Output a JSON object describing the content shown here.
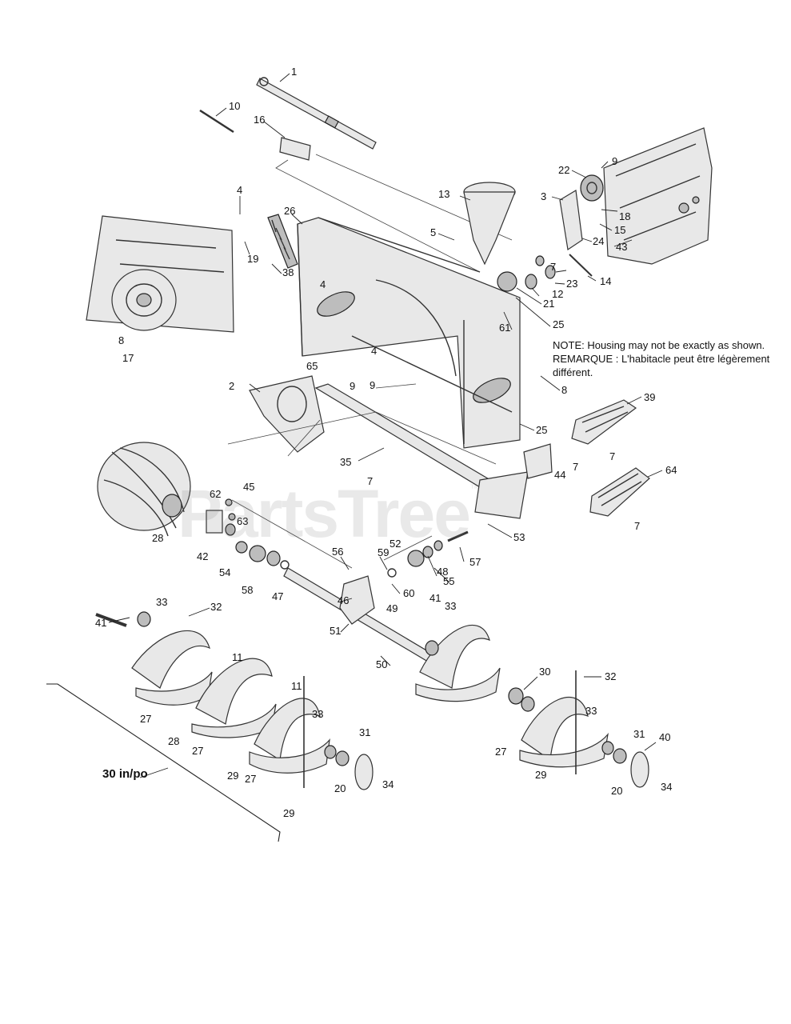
{
  "watermark": {
    "text": "PartsTree",
    "trademark": "™"
  },
  "note": {
    "lines": [
      "NOTE: Housing may not be exactly as shown.",
      "REMARQUE : L'habitacle peut être légèrement",
      "différent."
    ]
  },
  "size_label": "30 in/po",
  "callouts": [
    "1",
    "10",
    "16",
    "4",
    "26",
    "13",
    "9",
    "22",
    "3",
    "5",
    "18",
    "15",
    "24",
    "43",
    "7",
    "23",
    "12",
    "14",
    "21",
    "19",
    "38",
    "25",
    "8",
    "17",
    "65",
    "4",
    "9",
    "4",
    "61",
    "8",
    "2",
    "35",
    "25",
    "39",
    "7",
    "44",
    "7",
    "64",
    "7",
    "7",
    "62",
    "45",
    "63",
    "53",
    "28",
    "42",
    "54",
    "58",
    "47",
    "56",
    "52",
    "59",
    "48",
    "57",
    "55",
    "60",
    "49",
    "46",
    "51",
    "50",
    "41",
    "33",
    "32",
    "33",
    "11",
    "41",
    "11",
    "30",
    "32",
    "27",
    "33",
    "31",
    "28",
    "27",
    "33",
    "31",
    "40",
    "29",
    "27",
    "20",
    "34",
    "27",
    "29",
    "20",
    "34",
    "29",
    "9"
  ]
}
